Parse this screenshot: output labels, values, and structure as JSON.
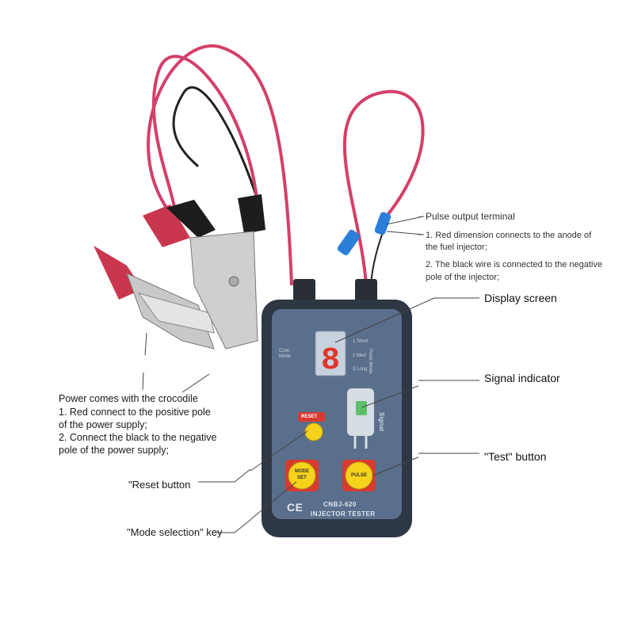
{
  "callouts": {
    "pulse": {
      "title": "Pulse output terminal",
      "line1a": "1. Red dimension connects to the anode of",
      "line1b": "the fuel injector;",
      "line2a": "2. The black wire is connected to the negative",
      "line2b": "pole of the injector;"
    },
    "display": "Display screen",
    "signal": "Signal indicator",
    "test": "\"Test\" button",
    "power": {
      "title": "Power comes with the crocodile",
      "line1a": "1. Red connect to the positive pole",
      "line1b": "of the power supply;",
      "line2a": "2. Connect the black to the negative",
      "line2b": "pole of the power supply;"
    },
    "reset": "\"Reset button",
    "mode": "\"Mode selection\" key"
  },
  "device": {
    "model": "CNBJ-620",
    "name": "INJECTOR TESTER",
    "ce": "CE",
    "digit": "8",
    "cont_mode": "Cont. Mode",
    "mode_1": "1  Short",
    "mode_2": "2  Med",
    "mode_3": "3  Long",
    "pulse_mode": "Pulse Mode",
    "signal": "Signal",
    "reset_label": "RESET",
    "mode_btn_a": "MODE",
    "mode_btn_b": "SET",
    "pulse_btn": "PULSE"
  },
  "colors": {
    "wire_red": "#d3406a",
    "clamp_red": "#c9374e",
    "housing": "#2e3744",
    "face": "#5a6f8b",
    "button_yellow": "#f5d21c",
    "button_red": "#d93a30",
    "display_red": "#e2362c"
  }
}
